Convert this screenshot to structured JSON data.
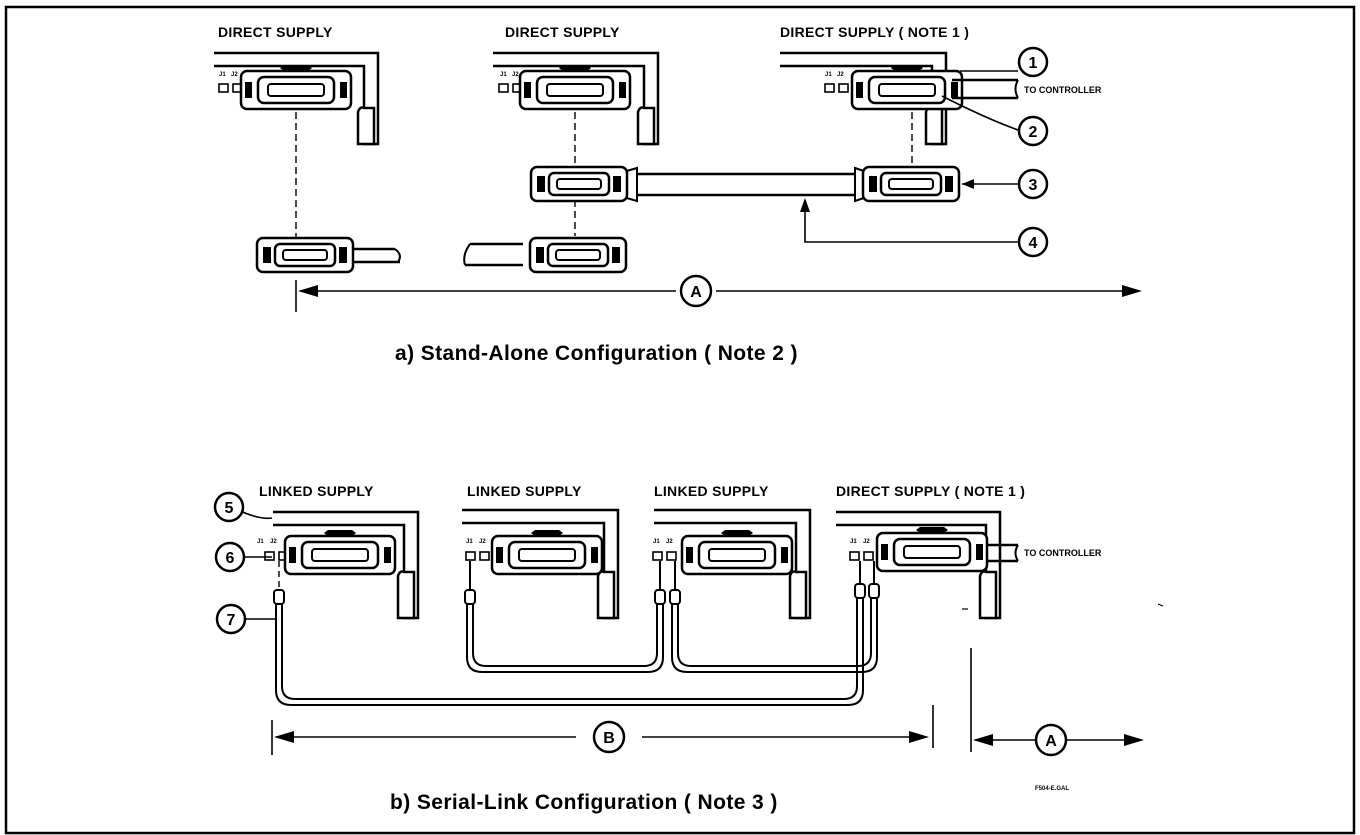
{
  "section_a": {
    "caption": "a) Stand-Alone Configuration ( Note 2 )",
    "supply_labels": [
      "DIRECT SUPPLY",
      "DIRECT SUPPLY",
      "DIRECT SUPPLY ( NOTE 1 )"
    ],
    "to_controller": "TO CONTROLLER",
    "callouts": [
      "1",
      "2",
      "3",
      "4"
    ],
    "dimension": "A"
  },
  "section_b": {
    "caption": "b) Serial-Link Configuration ( Note 3 )",
    "supply_labels": [
      "LINKED SUPPLY",
      "LINKED SUPPLY",
      "LINKED SUPPLY",
      "DIRECT SUPPLY ( NOTE 1 )"
    ],
    "to_controller": "TO CONTROLLER",
    "callouts": [
      "5",
      "6",
      "7"
    ],
    "dimension_b": "B",
    "dimension_a": "A"
  },
  "jack_labels": [
    "J1",
    "J2"
  ],
  "figure_id": "F504-E.GAL"
}
